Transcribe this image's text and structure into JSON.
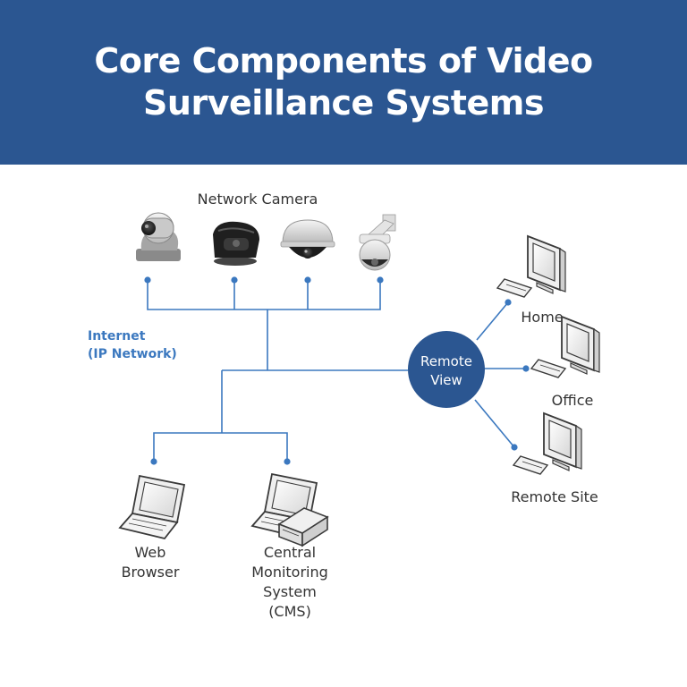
{
  "header": {
    "title": "Core Components of Video Surveillance Systems",
    "background": "#2b5691"
  },
  "diagram": {
    "camera_group_label": "Network Camera",
    "cameras": [
      {
        "kind": "pan-tilt-camera",
        "icon": "ptz-camera-icon"
      },
      {
        "kind": "box-camera",
        "icon": "box-camera-icon"
      },
      {
        "kind": "dome-camera",
        "icon": "dome-camera-icon"
      },
      {
        "kind": "speed-dome-camera",
        "icon": "speed-dome-camera-icon"
      }
    ],
    "network_label_line1": "Internet",
    "network_label_line2": "(IP Network)",
    "remote_view": {
      "line1": "Remote",
      "line2": "View",
      "fill": "#2b5691"
    },
    "remote_sites": [
      {
        "label": "Home",
        "icon": "desktop-computer-icon"
      },
      {
        "label": "Office",
        "icon": "desktop-computer-icon"
      },
      {
        "label": "Remote Site",
        "icon": "desktop-computer-icon"
      }
    ],
    "clients": [
      {
        "lines": [
          "Web",
          "Browser"
        ],
        "icon": "laptop-icon"
      },
      {
        "lines": [
          "Central",
          "Monitoring",
          "System",
          "(CMS)"
        ],
        "icon": "laptop-with-recorder-icon"
      }
    ],
    "line_color": "#3b78bf"
  }
}
